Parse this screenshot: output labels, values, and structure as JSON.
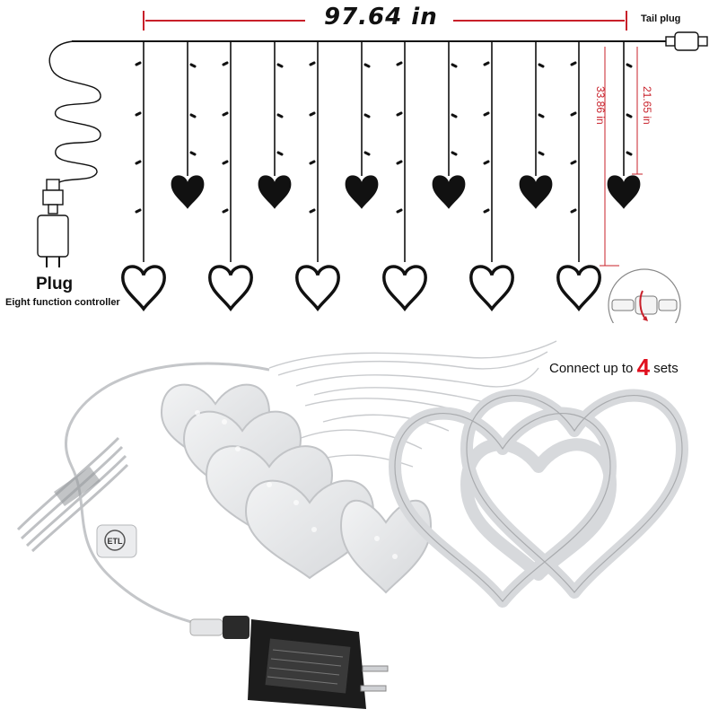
{
  "dimensions": {
    "width_label": "97.64 in",
    "long_drop_label": "33.86 in",
    "short_drop_label": "21.65 in"
  },
  "labels": {
    "tail_plug": "Tail plug",
    "plug": "Plug",
    "controller": "Eight function controller",
    "connect_prefix": "Connect up to",
    "connect_count": "4",
    "connect_suffix": "sets",
    "certification_mark": "ETL"
  },
  "colors": {
    "dimension_accent": "#c8202a",
    "highlight_number": "#e0101f",
    "heart_fill": "#111111",
    "wire": "#111111"
  },
  "icons": {
    "rotate_connector": "rotate-connector-icon",
    "power_adapter": "power-adapter-icon"
  }
}
